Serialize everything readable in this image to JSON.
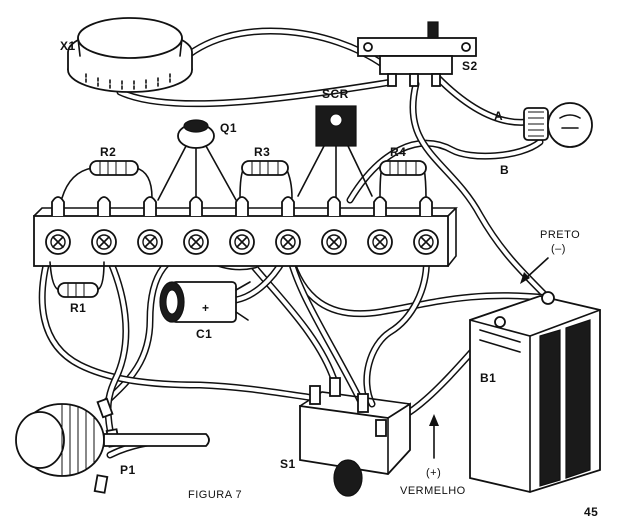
{
  "labels": {
    "x1": "X1",
    "s2": "S2",
    "scr": "SCR",
    "q1": "Q1",
    "r2": "R2",
    "r3": "R3",
    "r4": "R4",
    "r1": "R1",
    "c1": "C1",
    "c1_plus": "+",
    "a": "A",
    "b": "B",
    "preto": "PRETO",
    "preto_sign": "(–)",
    "b1": "B1",
    "s1": "S1",
    "p1": "P1",
    "plus_sign": "(+)",
    "vermelho": "VERMELHO",
    "figure": "FIGURA 7",
    "page_number": "45"
  }
}
